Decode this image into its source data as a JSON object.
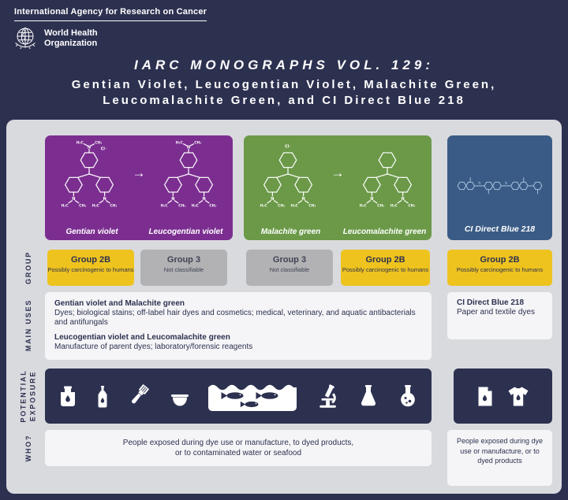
{
  "colors": {
    "background_navy": "#2d3150",
    "board_gray": "#d9dade",
    "purple_panel": "#7b2e90",
    "green_panel": "#6b9948",
    "blue_panel": "#3a5b85",
    "yellow_badge": "#eec31e",
    "gray_badge": "#b2b2b4",
    "white_box": "#f5f5f7"
  },
  "header": {
    "agency": "International Agency for Research on Cancer",
    "who_name_line1": "World Health",
    "who_name_line2": "Organization"
  },
  "title": {
    "line1": "IARC MONOGRAPHS VOL. 129:",
    "line2": "Gentian Violet, Leucogentian Violet, Malachite Green,",
    "line3": "Leucomalachite Green, and CI Direct Blue 218"
  },
  "row_labels": {
    "group": "GROUP",
    "main_uses": "MAIN USES",
    "exposure_line1": "POTENTIAL",
    "exposure_line2": "EXPOSURE",
    "who": "WHO?"
  },
  "structures": {
    "gentian_violet": "Gentian violet",
    "leucogentian_violet": "Leucogentian violet",
    "malachite_green": "Malachite green",
    "leucomalachite_green": "Leucomalachite green",
    "ci_direct_blue": "CI Direct Blue 218"
  },
  "atoms": {
    "h3c": "H₃C",
    "ch3": "CH₃",
    "n": "N",
    "cl": "Cl⁻"
  },
  "glyphs": {
    "arrow": "→"
  },
  "groups": [
    {
      "label": "Group 2B",
      "desc": "Possibly carcinogenic to humans"
    },
    {
      "label": "Group 3",
      "desc": "Not classifiable"
    },
    {
      "label": "Group 3",
      "desc": "Not classifiable"
    },
    {
      "label": "Group 2B",
      "desc": "Possibly carcinogenic to humans"
    },
    {
      "label": "Group 2B",
      "desc": "Possibly carcinogenic to humans"
    }
  ],
  "main_uses": {
    "block1_title": "Gentian violet and Malachite green",
    "block1_desc": "Dyes; biological stains; off-label hair dyes and cosmetics; medical, veterinary, and aquatic antibacterials and antifungals",
    "block2_title": "Leucogentian violet and Leucomalachite green",
    "block2_desc": "Manufacture of parent dyes; laboratory/forensic reagents",
    "right_title": "CI Direct Blue 218",
    "right_desc": "Paper and textile dyes"
  },
  "exposure": {
    "left_icons": [
      "ink-bottle",
      "dye-bottle",
      "hair-dye-brush",
      "cosmetics-bowl",
      "fish-in-water",
      "microscope",
      "erlenmeyer-flask",
      "round-flask"
    ],
    "right_icons": [
      "dyed-paper",
      "dyed-shirt"
    ]
  },
  "who": {
    "left_line1": "People exposed during dye use or manufacture, to dyed products,",
    "left_line2": "or to contaminated water or seafood",
    "right": "People exposed during dye use or manufacture, or to dyed products"
  }
}
